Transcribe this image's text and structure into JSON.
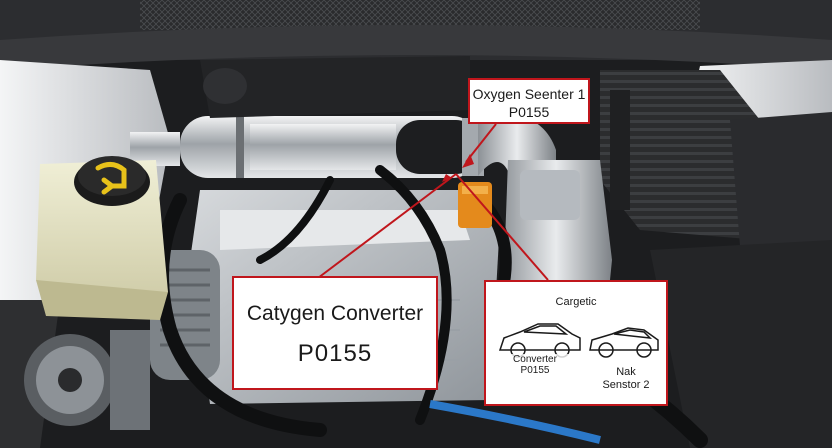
{
  "callouts": {
    "oxygen_sensor": {
      "line1": "Oxygen Seenter 1",
      "line2": "P0155"
    },
    "converter": {
      "line1": "Catygen Converter",
      "line2": "P0155"
    },
    "inset": {
      "title": "Cargetic",
      "left_line1": "Converter",
      "left_line2": "P0155",
      "right_line1": "Nak",
      "right_line2": "Senstor 2"
    }
  },
  "colors": {
    "callout_border": "#c0161c",
    "engine_bay": "#1c1d1f",
    "reservoir": "#e6e4c4",
    "cap": "#1b1b1b",
    "cap_mark": "#e8c21a"
  },
  "icons": [
    "reservoir-cap-icon",
    "car-sedan-icon",
    "car-coupe-icon"
  ]
}
